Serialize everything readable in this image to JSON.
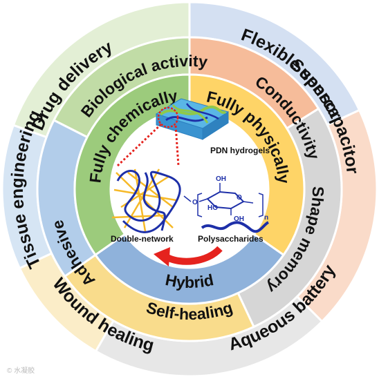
{
  "outer_ring": {
    "drug_delivery": "Drug delivery",
    "flexible_sensor": "Flexible sensor",
    "supercapacitor": "Supercapacitor",
    "aqueous_battery": "Aqueous battery",
    "wound_healing": "Wound healing",
    "tissue_engineering": "Tissue engineering"
  },
  "middle_ring": {
    "biological_activity": "Biological activity",
    "conductivity": "Conductivity",
    "shape_memory": "Shape memory",
    "self_healing": "Self-healing",
    "adhesive": "Adhesive"
  },
  "inner_ring": {
    "fully_chemically": "Fully chemically",
    "fully_physically": "Fully physically",
    "hybrid": "Hybrid"
  },
  "center": {
    "pdn_hydrogels": "PDN hydrogels",
    "double_network": "Double-network",
    "polysaccharides": "Polysaccharides",
    "oh_top": "OH",
    "oh_right": "OH",
    "ho_left": "HO",
    "o_link": "O",
    "o_ring": "O",
    "n_sub": "n"
  },
  "colors": {
    "outer_green": "#e3efd5",
    "outer_blue": "#d4e0f2",
    "outer_salmon": "#fadbc9",
    "outer_gray": "#e7e7e7",
    "outer_yellow": "#fbedc8",
    "outer_lightblue": "#d6e5f4",
    "mid_green": "#c1dca6",
    "mid_salmon": "#f6bc9a",
    "mid_gray": "#d6d6d6",
    "mid_yellow": "#f9dc8c",
    "mid_blue": "#b2cdea",
    "inner_green": "#9ccb7c",
    "inner_yellow": "#fed467",
    "inner_blue": "#8fb2db",
    "arrow_red": "#e5231e",
    "network_blue": "#1d2fa8",
    "network_yellow": "#f6b928"
  },
  "watermark": "© 水凝胶"
}
